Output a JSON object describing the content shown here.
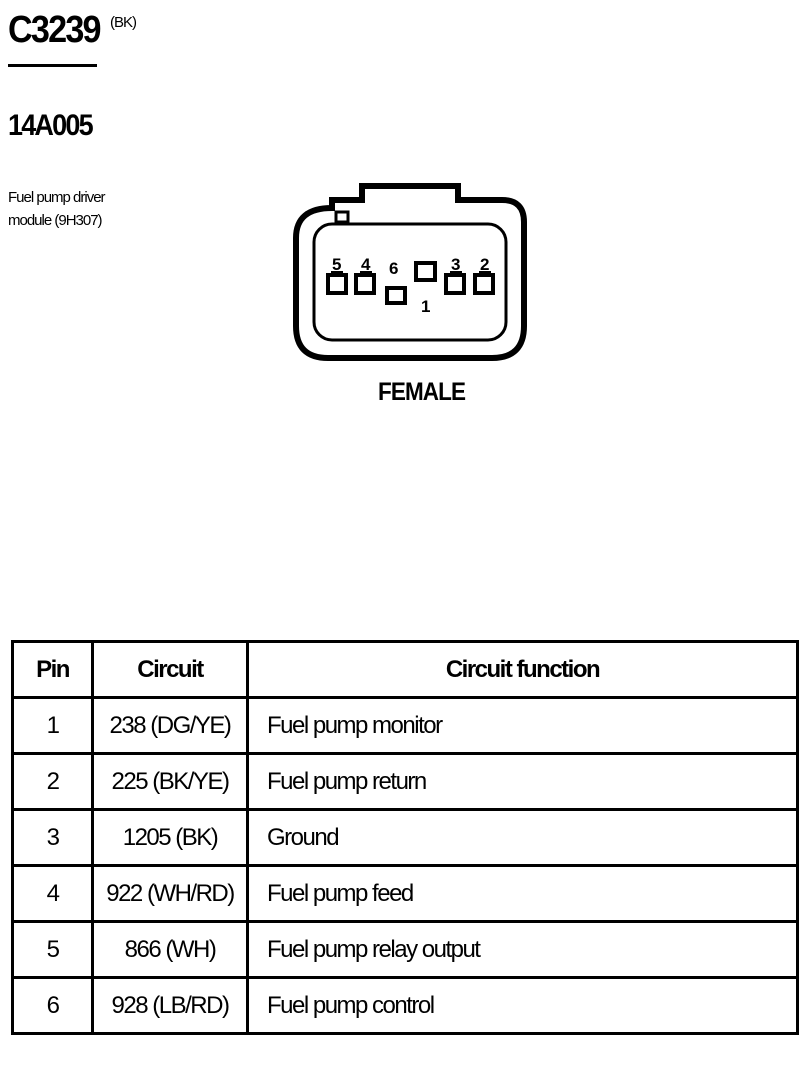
{
  "connector": {
    "id": "C3239",
    "color": "(BK)",
    "part_number": "14A005",
    "description_line1": "Fuel pump driver",
    "description_line2": "module (9H307)",
    "gender": "FEMALE"
  },
  "pins": [
    "5",
    "4",
    "6",
    "1",
    "3",
    "2"
  ],
  "table": {
    "headers": [
      "Pin",
      "Circuit",
      "Circuit function"
    ],
    "rows": [
      {
        "pin": "1",
        "circuit": "238 (DG/YE)",
        "function": "Fuel pump monitor"
      },
      {
        "pin": "2",
        "circuit": "225 (BK/YE)",
        "function": "Fuel pump return"
      },
      {
        "pin": "3",
        "circuit": "1205 (BK)",
        "function": "Ground"
      },
      {
        "pin": "4",
        "circuit": "922 (WH/RD)",
        "function": "Fuel pump feed"
      },
      {
        "pin": "5",
        "circuit": "866 (WH)",
        "function": "Fuel pump relay output"
      },
      {
        "pin": "6",
        "circuit": "928 (LB/RD)",
        "function": "Fuel pump control"
      }
    ]
  }
}
